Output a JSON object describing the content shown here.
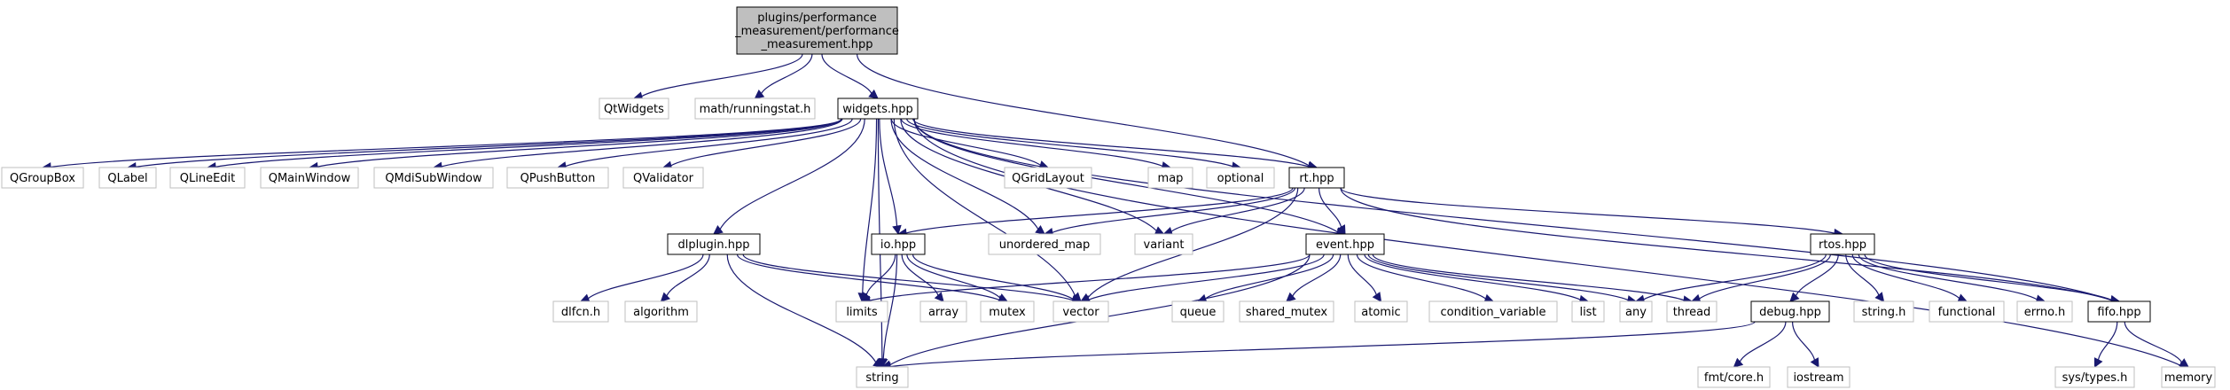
{
  "graph": {
    "colors": {
      "edge": "#191970",
      "root_fill": "#bfbfbf",
      "root_stroke": "#000000",
      "doc_stroke": "#000000",
      "ext_stroke": "#bfbfbf",
      "ext_text": "#000000"
    },
    "nodes": [
      {
        "id": "root",
        "kind": "root",
        "lines": [
          "plugins/performance",
          "_measurement/performance",
          "_measurement.hpp"
        ]
      },
      {
        "id": "qtwidgets",
        "kind": "ext",
        "lines": [
          "QtWidgets"
        ]
      },
      {
        "id": "runningstat",
        "kind": "ext",
        "lines": [
          "math/runningstat.h"
        ]
      },
      {
        "id": "widgets",
        "kind": "doc",
        "lines": [
          "widgets.hpp"
        ]
      },
      {
        "id": "qgroupbox",
        "kind": "ext",
        "lines": [
          "QGroupBox"
        ]
      },
      {
        "id": "qlabel",
        "kind": "ext",
        "lines": [
          "QLabel"
        ]
      },
      {
        "id": "qlineedit",
        "kind": "ext",
        "lines": [
          "QLineEdit"
        ]
      },
      {
        "id": "qmainwindow",
        "kind": "ext",
        "lines": [
          "QMainWindow"
        ]
      },
      {
        "id": "qmdisubwindow",
        "kind": "ext",
        "lines": [
          "QMdiSubWindow"
        ]
      },
      {
        "id": "qpushbutton",
        "kind": "ext",
        "lines": [
          "QPushButton"
        ]
      },
      {
        "id": "qvalidator",
        "kind": "ext",
        "lines": [
          "QValidator"
        ]
      },
      {
        "id": "qgridlayout",
        "kind": "ext",
        "lines": [
          "QGridLayout"
        ]
      },
      {
        "id": "map",
        "kind": "ext",
        "lines": [
          "map"
        ]
      },
      {
        "id": "optional",
        "kind": "ext",
        "lines": [
          "optional"
        ]
      },
      {
        "id": "rt",
        "kind": "doc",
        "lines": [
          "rt.hpp"
        ]
      },
      {
        "id": "dlplugin",
        "kind": "doc",
        "lines": [
          "dlplugin.hpp"
        ]
      },
      {
        "id": "io",
        "kind": "doc",
        "lines": [
          "io.hpp"
        ]
      },
      {
        "id": "unordered_map",
        "kind": "ext",
        "lines": [
          "unordered_map"
        ]
      },
      {
        "id": "variant",
        "kind": "ext",
        "lines": [
          "variant"
        ]
      },
      {
        "id": "event",
        "kind": "doc",
        "lines": [
          "event.hpp"
        ]
      },
      {
        "id": "rtos",
        "kind": "doc",
        "lines": [
          "rtos.hpp"
        ]
      },
      {
        "id": "dlfcn",
        "kind": "ext",
        "lines": [
          "dlfcn.h"
        ]
      },
      {
        "id": "algorithm",
        "kind": "ext",
        "lines": [
          "algorithm"
        ]
      },
      {
        "id": "limits",
        "kind": "ext",
        "lines": [
          "limits"
        ]
      },
      {
        "id": "array",
        "kind": "ext",
        "lines": [
          "array"
        ]
      },
      {
        "id": "mutex",
        "kind": "ext",
        "lines": [
          "mutex"
        ]
      },
      {
        "id": "vector",
        "kind": "ext",
        "lines": [
          "vector"
        ]
      },
      {
        "id": "queue",
        "kind": "ext",
        "lines": [
          "queue"
        ]
      },
      {
        "id": "shared_mutex",
        "kind": "ext",
        "lines": [
          "shared_mutex"
        ]
      },
      {
        "id": "atomic",
        "kind": "ext",
        "lines": [
          "atomic"
        ]
      },
      {
        "id": "condition_variable",
        "kind": "ext",
        "lines": [
          "condition_variable"
        ]
      },
      {
        "id": "list",
        "kind": "ext",
        "lines": [
          "list"
        ]
      },
      {
        "id": "any",
        "kind": "ext",
        "lines": [
          "any"
        ]
      },
      {
        "id": "thread",
        "kind": "ext",
        "lines": [
          "thread"
        ]
      },
      {
        "id": "debug",
        "kind": "doc",
        "lines": [
          "debug.hpp"
        ]
      },
      {
        "id": "string_h",
        "kind": "ext",
        "lines": [
          "string.h"
        ]
      },
      {
        "id": "functional",
        "kind": "ext",
        "lines": [
          "functional"
        ]
      },
      {
        "id": "errno",
        "kind": "ext",
        "lines": [
          "errno.h"
        ]
      },
      {
        "id": "fifo",
        "kind": "doc",
        "lines": [
          "fifo.hpp"
        ]
      },
      {
        "id": "string",
        "kind": "ext",
        "lines": [
          "string"
        ]
      },
      {
        "id": "fmtcore",
        "kind": "ext",
        "lines": [
          "fmt/core.h"
        ]
      },
      {
        "id": "iostream",
        "kind": "ext",
        "lines": [
          "iostream"
        ]
      },
      {
        "id": "systypes",
        "kind": "ext",
        "lines": [
          "sys/types.h"
        ]
      },
      {
        "id": "memory",
        "kind": "ext",
        "lines": [
          "memory"
        ]
      }
    ],
    "edges": [
      [
        "root",
        "qtwidgets"
      ],
      [
        "root",
        "runningstat"
      ],
      [
        "root",
        "widgets"
      ],
      [
        "root",
        "rt"
      ],
      [
        "widgets",
        "qgroupbox"
      ],
      [
        "widgets",
        "qlabel"
      ],
      [
        "widgets",
        "qlineedit"
      ],
      [
        "widgets",
        "qmainwindow"
      ],
      [
        "widgets",
        "qmdisubwindow"
      ],
      [
        "widgets",
        "qpushbutton"
      ],
      [
        "widgets",
        "qvalidator"
      ],
      [
        "widgets",
        "qgridlayout"
      ],
      [
        "widgets",
        "map"
      ],
      [
        "widgets",
        "optional"
      ],
      [
        "widgets",
        "rt"
      ],
      [
        "widgets",
        "dlplugin"
      ],
      [
        "widgets",
        "io"
      ],
      [
        "widgets",
        "unordered_map"
      ],
      [
        "widgets",
        "variant"
      ],
      [
        "widgets",
        "event"
      ],
      [
        "widgets",
        "fifo"
      ],
      [
        "widgets",
        "memory"
      ],
      [
        "widgets",
        "string"
      ],
      [
        "widgets",
        "limits"
      ],
      [
        "widgets",
        "vector"
      ],
      [
        "rt",
        "io"
      ],
      [
        "rt",
        "unordered_map"
      ],
      [
        "rt",
        "variant"
      ],
      [
        "rt",
        "event"
      ],
      [
        "rt",
        "vector"
      ],
      [
        "rt",
        "rtos"
      ],
      [
        "rt",
        "fifo"
      ],
      [
        "dlplugin",
        "dlfcn"
      ],
      [
        "dlplugin",
        "algorithm"
      ],
      [
        "dlplugin",
        "mutex"
      ],
      [
        "dlplugin",
        "vector"
      ],
      [
        "dlplugin",
        "string"
      ],
      [
        "io",
        "limits"
      ],
      [
        "io",
        "array"
      ],
      [
        "io",
        "mutex"
      ],
      [
        "io",
        "vector"
      ],
      [
        "io",
        "string"
      ],
      [
        "event",
        "limits"
      ],
      [
        "event",
        "vector"
      ],
      [
        "event",
        "queue"
      ],
      [
        "event",
        "shared_mutex"
      ],
      [
        "event",
        "atomic"
      ],
      [
        "event",
        "condition_variable"
      ],
      [
        "event",
        "list"
      ],
      [
        "event",
        "any"
      ],
      [
        "event",
        "thread"
      ],
      [
        "event",
        "string"
      ],
      [
        "rtos",
        "any"
      ],
      [
        "rtos",
        "thread"
      ],
      [
        "rtos",
        "debug"
      ],
      [
        "rtos",
        "string_h"
      ],
      [
        "rtos",
        "functional"
      ],
      [
        "rtos",
        "errno"
      ],
      [
        "rtos",
        "fifo"
      ],
      [
        "debug",
        "string"
      ],
      [
        "debug",
        "fmtcore"
      ],
      [
        "debug",
        "iostream"
      ],
      [
        "fifo",
        "systypes"
      ],
      [
        "fifo",
        "memory"
      ]
    ]
  }
}
